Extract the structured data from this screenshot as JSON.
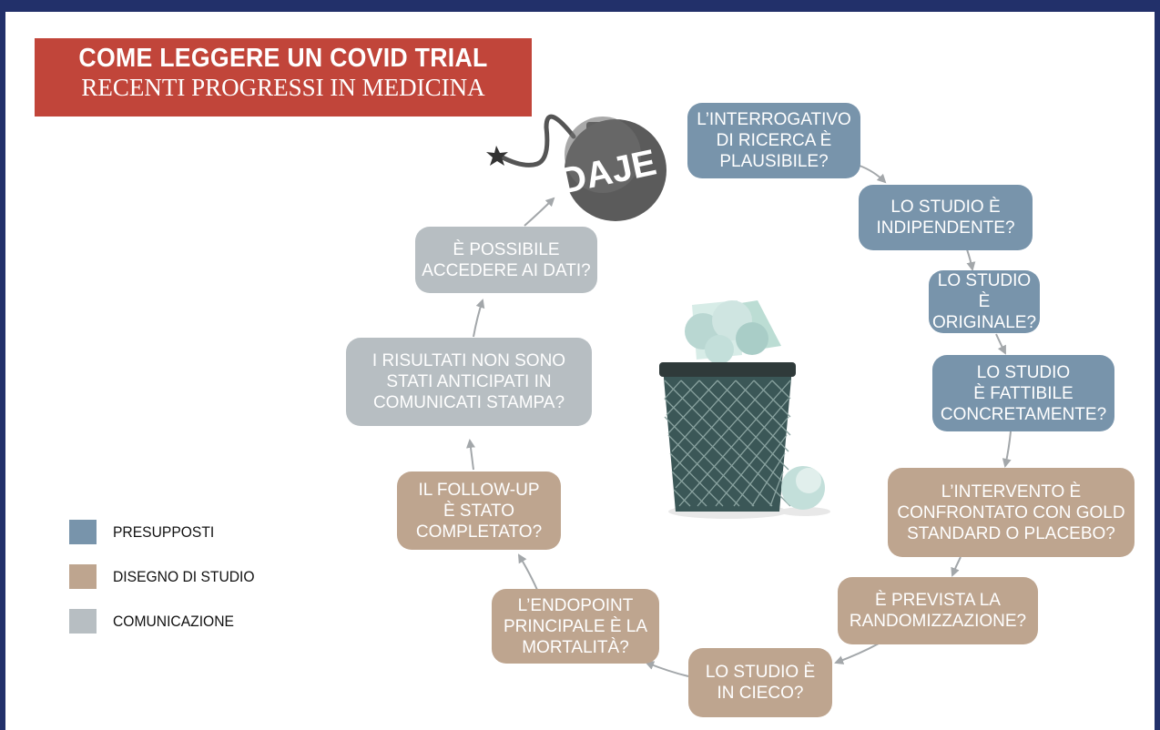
{
  "header": {
    "title": "COME LEGGERE UN COVID TRIAL",
    "subtitle": "RECENTI PROGRESSI IN MEDICINA"
  },
  "bomb": {
    "label": "DAJE"
  },
  "colors": {
    "presupposti": "#7894ab",
    "disegno": "#bea58f",
    "comunicazione": "#b7bec2",
    "title_bg": "#c1453a",
    "frame": "#22306a"
  },
  "nodes": [
    {
      "id": "interrogativo",
      "category": "presupposti",
      "text": "L’INTERROGATIVO\nDI RICERCA È\nPLAUSIBILE?"
    },
    {
      "id": "indipendente",
      "category": "presupposti",
      "text": "LO STUDIO È\nINDIPENDENTE?"
    },
    {
      "id": "originale",
      "category": "presupposti",
      "text": "LO STUDIO È\nORIGINALE?"
    },
    {
      "id": "fattibile",
      "category": "presupposti",
      "text": "LO STUDIO\nÈ FATTIBILE\nCONCRETAMENTE?"
    },
    {
      "id": "confrontato",
      "category": "disegno",
      "text": "L’INTERVENTO È\nCONFRONTATO CON GOLD\nSTANDARD O PLACEBO?"
    },
    {
      "id": "randomizzazione",
      "category": "disegno",
      "text": "È PREVISTA LA\nRANDOMIZZAZIONE?"
    },
    {
      "id": "cieco",
      "category": "disegno",
      "text": "LO STUDIO È\nIN CIECO?"
    },
    {
      "id": "endpoint",
      "category": "disegno",
      "text": "L’ENDOPOINT\nPRINCIPALE È LA\nMORTALITÀ?"
    },
    {
      "id": "followup",
      "category": "disegno",
      "text": "IL FOLLOW-UP\nÈ STATO\nCOMPLETATO?"
    },
    {
      "id": "risultati",
      "category": "comunicazione",
      "text": "I RISULTATI NON SONO\nSTATI ANTICIPATI IN\nCOMUNICATI STAMPA?"
    },
    {
      "id": "dati",
      "category": "comunicazione",
      "text": "È POSSIBILE\nACCEDERE AI DATI?"
    }
  ],
  "legend": [
    {
      "category": "presupposti",
      "label": "PRESUPPOSTI"
    },
    {
      "category": "disegno",
      "label": "DISEGNO DI STUDIO"
    },
    {
      "category": "comunicazione",
      "label": "COMUNICAZIONE"
    }
  ]
}
